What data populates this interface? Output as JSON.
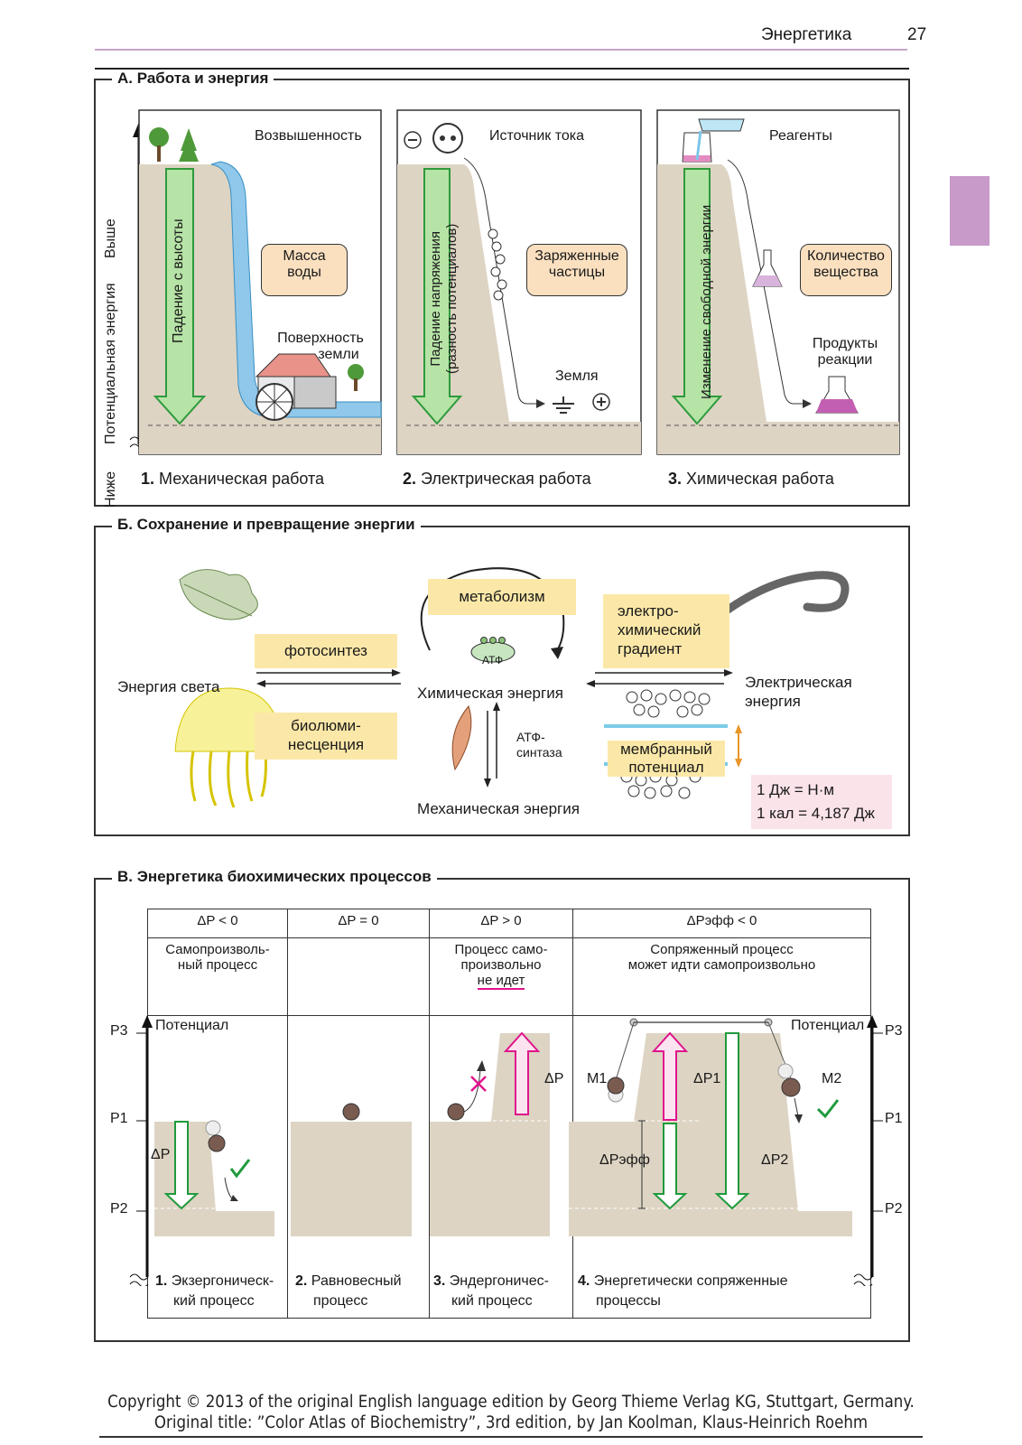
{
  "header": {
    "title": "Энергетика",
    "page": "27"
  },
  "sectionA": {
    "title": "А. Работа и энергия",
    "axis": {
      "upper": "Выше",
      "middle": "Потенциальная энергия",
      "lower": "Ниже"
    },
    "panel1": {
      "top": "Возвышенность",
      "arrow": "Падение с высоты",
      "box": [
        "Масса",
        "воды"
      ],
      "surface": [
        "Поверхность",
        "земли"
      ],
      "caption_num": "1.",
      "caption": "Механическая работа"
    },
    "panel2": {
      "top": "Источник тока",
      "arrow": [
        "Падение напряжения",
        "(разность потенциалов)"
      ],
      "box": [
        "Заряженные",
        "частицы"
      ],
      "ground": "Земля",
      "caption_num": "2.",
      "caption": "Электрическая работа"
    },
    "panel3": {
      "top": "Реагенты",
      "arrow": "Изменение свободной энергии",
      "box": [
        "Количество",
        "вещества"
      ],
      "products": [
        "Продукты",
        "реакции"
      ],
      "caption_num": "3.",
      "caption": "Химическая работа"
    }
  },
  "sectionB": {
    "title": "Б. Сохранение и превращение энергии",
    "photosynthesis": "фотосинтез",
    "light": "Энергия света",
    "biolum": [
      "биолюми-",
      "несценция"
    ],
    "metabolism": "метаболизм",
    "atp": "АТФ",
    "chemical": "Химическая энергия",
    "atp_synthase": [
      "АТФ-",
      "синтаза"
    ],
    "mechanical": "Механическая энергия",
    "electrochem": [
      "электро-",
      "химический",
      "градиент"
    ],
    "electrical": [
      "Электрическая",
      "энергия"
    ],
    "membrane": [
      "мембранный",
      "потенциал"
    ],
    "units": [
      "1 Дж = Н·м",
      "1 кал = 4,187 Дж"
    ]
  },
  "sectionC": {
    "title": "В. Энергетика биохимических процессов",
    "headers": [
      "ΔP < 0",
      "ΔP = 0",
      "ΔP > 0",
      "ΔPэфф < 0"
    ],
    "desc1": [
      "Самопроизволь-",
      "ный процесс"
    ],
    "desc3": [
      "Процесс само-",
      "произвольно",
      "не идет"
    ],
    "desc4": [
      "Сопряженный процесс",
      "может идти самопроизвольно"
    ],
    "potential": "Потенциал",
    "p3": "P3",
    "p1": "P1",
    "p2": "P2",
    "dP": "ΔP",
    "dP1": "ΔP1",
    "dP2": "ΔP2",
    "dPeff": "ΔPэфф",
    "m1": "M1",
    "m2": "M2",
    "cap1": {
      "num": "1.",
      "text": [
        "Экзергоническ-",
        "кий процесс"
      ]
    },
    "cap2": {
      "num": "2.",
      "text": [
        "Равновесный",
        "процесс"
      ]
    },
    "cap3": {
      "num": "3.",
      "text": [
        "Эндергоничес-",
        "кий процесс"
      ]
    },
    "cap4": {
      "num": "4.",
      "text": [
        "Энергетически сопряженные",
        "процессы"
      ]
    }
  },
  "footer": {
    "line1": "Copyright © 2013 of the original English language edition by Georg Thieme Verlag KG, Stuttgart, Germany.",
    "line2": "Original title: ”Color Atlas of Biochemistry”, 3rd edition, by Jan Koolman, Klaus-Heinrich Roehm"
  }
}
